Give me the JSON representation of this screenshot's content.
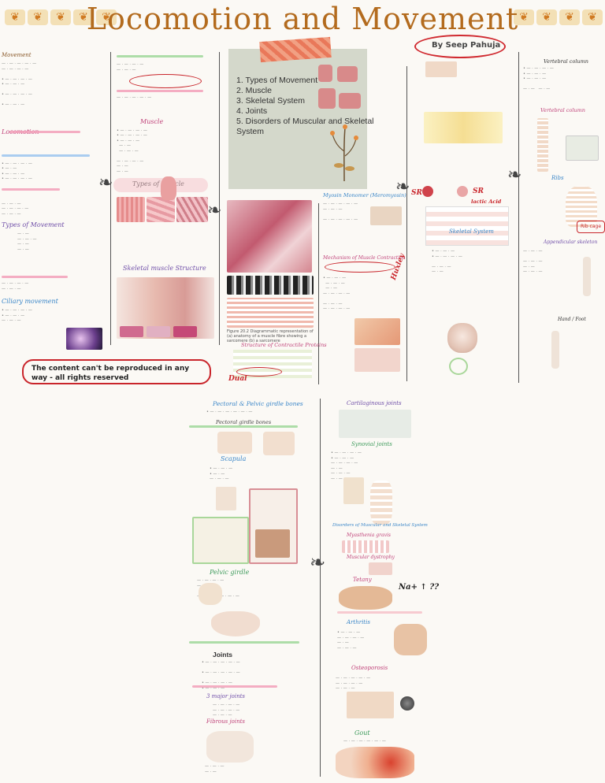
{
  "page": {
    "title": "Locomotion and Movement",
    "author": "By Seep Pahuja",
    "warning": "The content can't be reproduced in any way - all rights reserved"
  },
  "toc": {
    "items": [
      "1. Types of Movement",
      "2. Muscle",
      "3. Skeletal System",
      "4. Joints",
      "5. Disorders of Muscular and Skeletal",
      "System"
    ]
  },
  "col1": {
    "movement": "Movement",
    "locomotion": "Locomotion",
    "types_of_movement": "Types of Movement",
    "ciliary_movement": "Ciliary movement"
  },
  "col2": {
    "muscle": "Muscle",
    "types_of_muscle": "Types of Muscle",
    "skeletal_muscle_structure": "Skeletal muscle Structure"
  },
  "col3": {
    "structure_of_contractile_proteins": "Structure of Contractile Proteins",
    "figure_caption": "Figure 20.2 Diagrammatic representation of (a) anatomy of a muscle fibre showing a sarcomere (b) a sarcomere"
  },
  "col4": {
    "myosin_heading": "Myosin Monomer (Meromyosin)",
    "mechanism_heading": "Mechanism of Muscle Contraction",
    "handwritten": "Huxley"
  },
  "col5": {
    "skeletal_system": "Skeletal System",
    "sr_left": "SR",
    "sr_right": "SR",
    "lactic_acid": "lactic Acid",
    "vertebral_column": "Vertebral column",
    "ribs": "Ribs",
    "rib_cage": "Rib cage",
    "appendicular_skeleton": "Appendicular skeleton",
    "hand": "Hand",
    "foot": "Foot"
  },
  "lower_left": {
    "pectoral_pelvic": "Pectoral & Pelvic girdle bones",
    "pectoral_girdle_bones": "Pectoral girdle bones",
    "scapula": "Scapula",
    "pelvic_girdle": "Pelvic girdle",
    "joints": "Joints",
    "three_major_joints": "3 major joints",
    "fibrous_joints": "Fibrous joints"
  },
  "lower_right": {
    "cartilaginous_joints": "Cartilaginous joints",
    "synovial_joints": "Synovial joints",
    "disorders": "Disorders of Muscular and Skeletal System",
    "myasthenia": "Myasthenia gravis",
    "muscular_dystrophy": "Muscular dystrophy",
    "tetany": "Tetany",
    "tetany_formula": "Na+ ↑ ??",
    "arthritis": "Arthritis",
    "osteoporosis": "Osteoporosis",
    "gout": "Gout"
  },
  "colors": {
    "title": "#b36b1e",
    "accent_red": "#c9252b",
    "toc_bg": "#d4d8cb",
    "highlight_pink": "#f2a0b8",
    "highlight_green": "#9fd89a",
    "highlight_blue": "#9bc6ee",
    "highlight_yellow": "#f2dc7a"
  },
  "icons": {
    "leaf": "autumn-leaf-icon",
    "branch": "botanical-branch-icon"
  }
}
